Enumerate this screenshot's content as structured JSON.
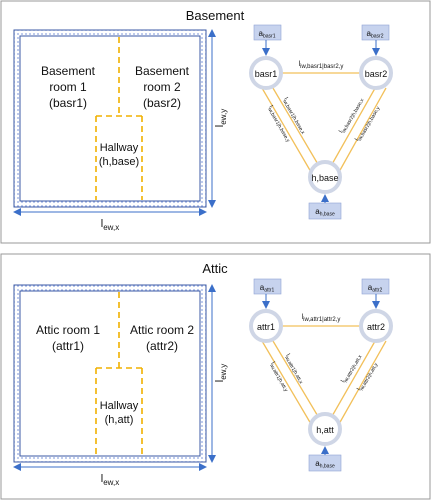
{
  "panels": [
    {
      "title": "Basement",
      "room1": [
        "Basement",
        "room 1",
        "(basr1)"
      ],
      "room2": [
        "Basement",
        "room 2",
        "(basr2)"
      ],
      "hallway": [
        "Hallway",
        "(h,base)"
      ],
      "dim_x": {
        "main": "l",
        "sub": "ew,x"
      },
      "dim_y": {
        "main": "l",
        "sub": "ew,y"
      },
      "graph": {
        "n1": "basr1",
        "n2": "basr2",
        "n3": "h,base",
        "a1": {
          "main": "a",
          "sub": "basr1"
        },
        "a2": {
          "main": "a",
          "sub": "basr2"
        },
        "a3": {
          "main": "a",
          "sub": "h,base"
        },
        "top_edge": {
          "main": "l",
          "sub": "iw,basr1|basr2,y"
        },
        "left_a": {
          "main": "l",
          "sub": "iw,basr1|h,base,y"
        },
        "left_b": {
          "main": "l",
          "sub": "iw,basr1|h,base,x"
        },
        "right_a": {
          "main": "l",
          "sub": "iw,basr2|h,base,x"
        },
        "right_b": {
          "main": "l",
          "sub": "iw,basr2|h,base,y"
        }
      }
    },
    {
      "title": "Attic",
      "room1": [
        "Attic room 1",
        "(attr1)"
      ],
      "room2": [
        "Attic room 2",
        "(attr2)"
      ],
      "hallway": [
        "Hallway",
        "(h,att)"
      ],
      "dim_x": {
        "main": "l",
        "sub": "ew,x"
      },
      "dim_y": {
        "main": "l",
        "sub": "ew,y"
      },
      "graph": {
        "n1": "attr1",
        "n2": "attr2",
        "n3": "h,att",
        "a1": {
          "main": "a",
          "sub": "attr1"
        },
        "a2": {
          "main": "a",
          "sub": "attr2"
        },
        "a3": {
          "main": "a",
          "sub": "h,base"
        },
        "top_edge": {
          "main": "l",
          "sub": "iw,attr1|attr2,y"
        },
        "left_a": {
          "main": "l",
          "sub": "iw,attr1|h,att,y"
        },
        "left_b": {
          "main": "l",
          "sub": "iw,attr1|h,att,x"
        },
        "right_a": {
          "main": "l",
          "sub": "iw,attr2|h,att,x"
        },
        "right_b": {
          "main": "l",
          "sub": "iw,attr2|h,att,y"
        }
      }
    }
  ],
  "colors": {
    "frame": "#999999",
    "wall": "#9db0e6",
    "wall_border": "#3b5aa6",
    "partition": "#f0b000",
    "edge": "#f2c05a",
    "node": "#cfd6e6",
    "abox": "#c7d3ee",
    "arrow": "#3b6fc9"
  }
}
